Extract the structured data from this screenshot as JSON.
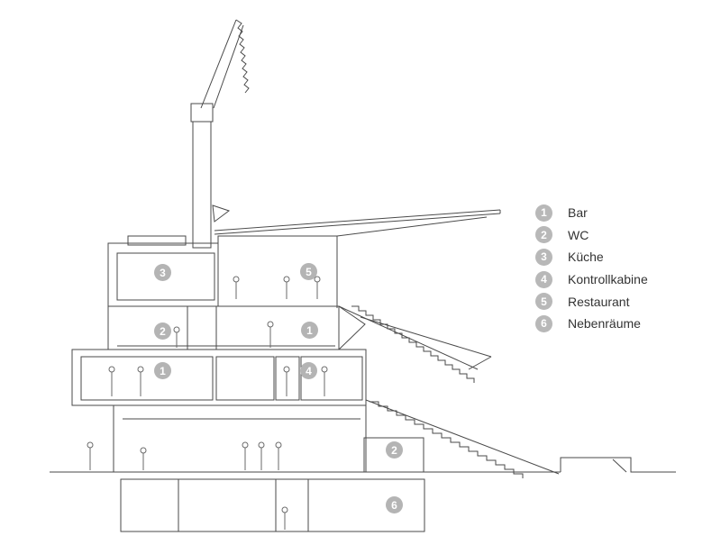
{
  "diagram": {
    "legend": [
      {
        "number": "1",
        "label": "Bar"
      },
      {
        "number": "2",
        "label": "WC"
      },
      {
        "number": "3",
        "label": "Küche"
      },
      {
        "number": "4",
        "label": "Kontrollkabine"
      },
      {
        "number": "5",
        "label": "Restaurant"
      },
      {
        "number": "6",
        "label": "Nebenräume"
      }
    ],
    "markers": {
      "kitchen": "3",
      "wc_upper": "2",
      "bar_upper": "1",
      "bar_lower": "1",
      "restaurant": "5",
      "control_booth": "4",
      "wc_ground": "2",
      "storage": "6"
    },
    "colors": {
      "line": "#4a4a4a",
      "badge": "#b8b8b8",
      "text": "#333333"
    }
  }
}
